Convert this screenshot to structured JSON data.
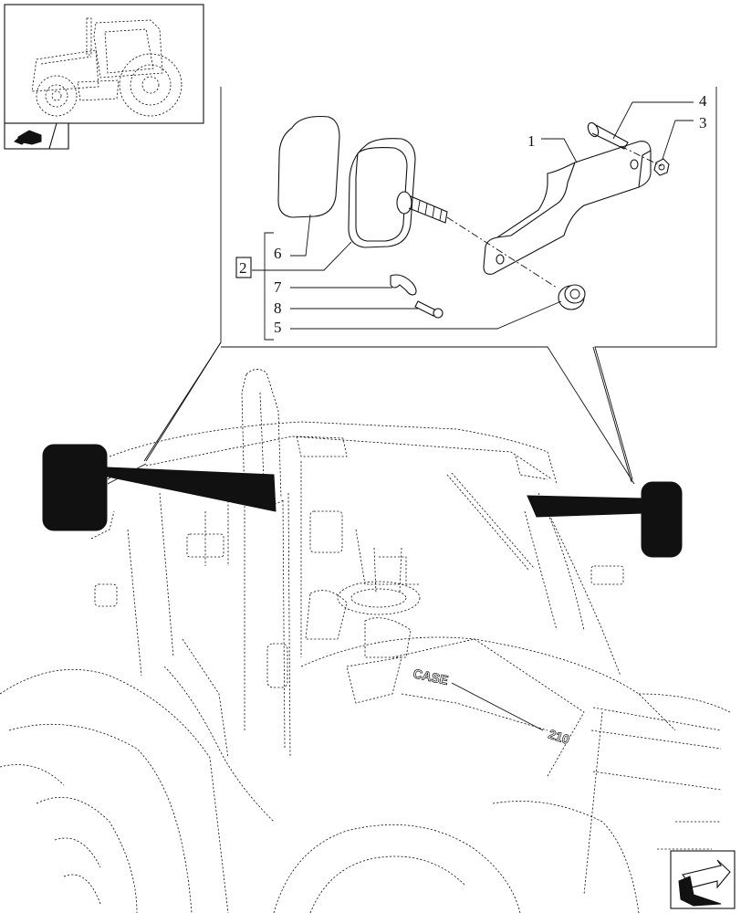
{
  "diagram": {
    "callouts": {
      "c1": "1",
      "c2": "2",
      "c3": "3",
      "c4": "4",
      "c5": "5",
      "c6": "6",
      "c7": "7",
      "c8": "8"
    },
    "tractor_lettering": {
      "brand": "CASE",
      "model": "210"
    }
  },
  "icons": {
    "thumbnail": "tractor-thumbnail-icon",
    "section": "cab-section-icon",
    "nav": "next-page-arrow-icon"
  }
}
